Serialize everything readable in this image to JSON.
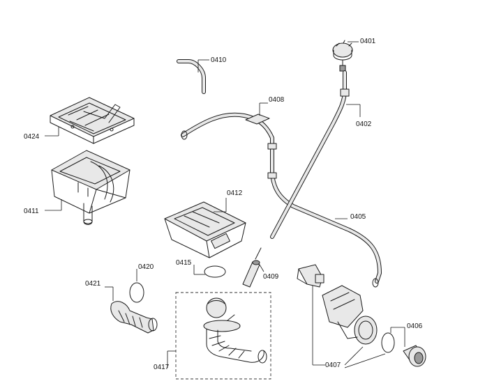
{
  "diagram": {
    "labels": {
      "p0401": "0401",
      "p0402": "0402",
      "p0405": "0405",
      "p0406": "0406",
      "p0407": "0407",
      "p0408": "0408",
      "p0409": "0409",
      "p0410": "0410",
      "p0411": "0411",
      "p0412": "0412",
      "p0415": "0415",
      "p0417": "0417",
      "p0420": "0420",
      "p0421": "0421",
      "p0424": "0424"
    }
  }
}
